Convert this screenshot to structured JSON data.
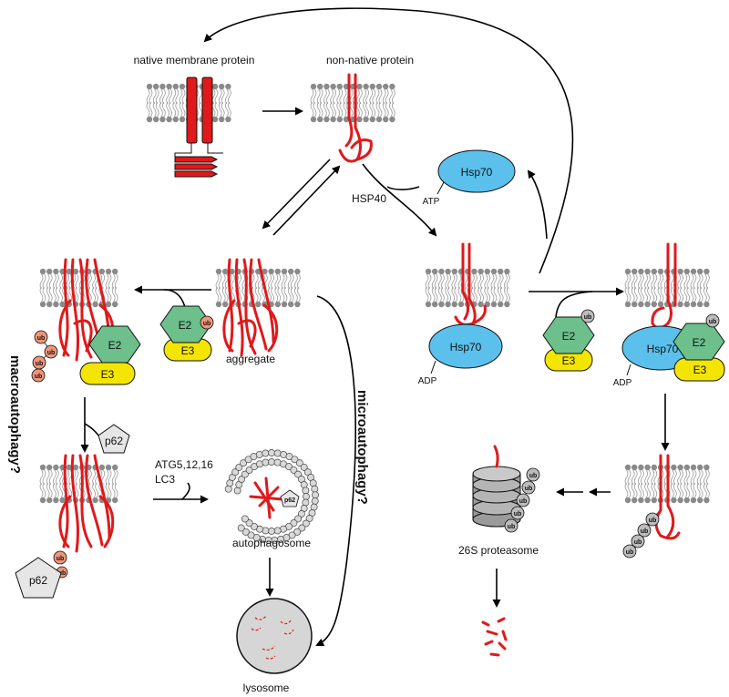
{
  "labels": {
    "native_membrane_protein": "native membrane protein",
    "non_native_protein": "non-native protein",
    "hsp40": "HSP40",
    "hsp70": "Hsp70",
    "atp": "ATP",
    "adp": "ADP",
    "aggregate": "aggregate",
    "e2": "E2",
    "e3": "E3",
    "ub": "ub",
    "p62": "p62",
    "atg": "ATG5,12,16",
    "lc3": "LC3",
    "autophagosome": "autophagosome",
    "lysosome": "lysosome",
    "macroautophagy": "macroautophagy?",
    "microautophagy": "microautophagy?",
    "proteasome": "26S proteasome"
  },
  "colors": {
    "protein_red": "#e0191b",
    "hsp70_blue": "#5bc0eb",
    "e2_green": "#6dbf8b",
    "e3_yellow": "#f4e500",
    "ub_salmon": "#f0957a",
    "ub_gray": "#bdbdbd",
    "lipid_gray": "#8a8a8a"
  }
}
